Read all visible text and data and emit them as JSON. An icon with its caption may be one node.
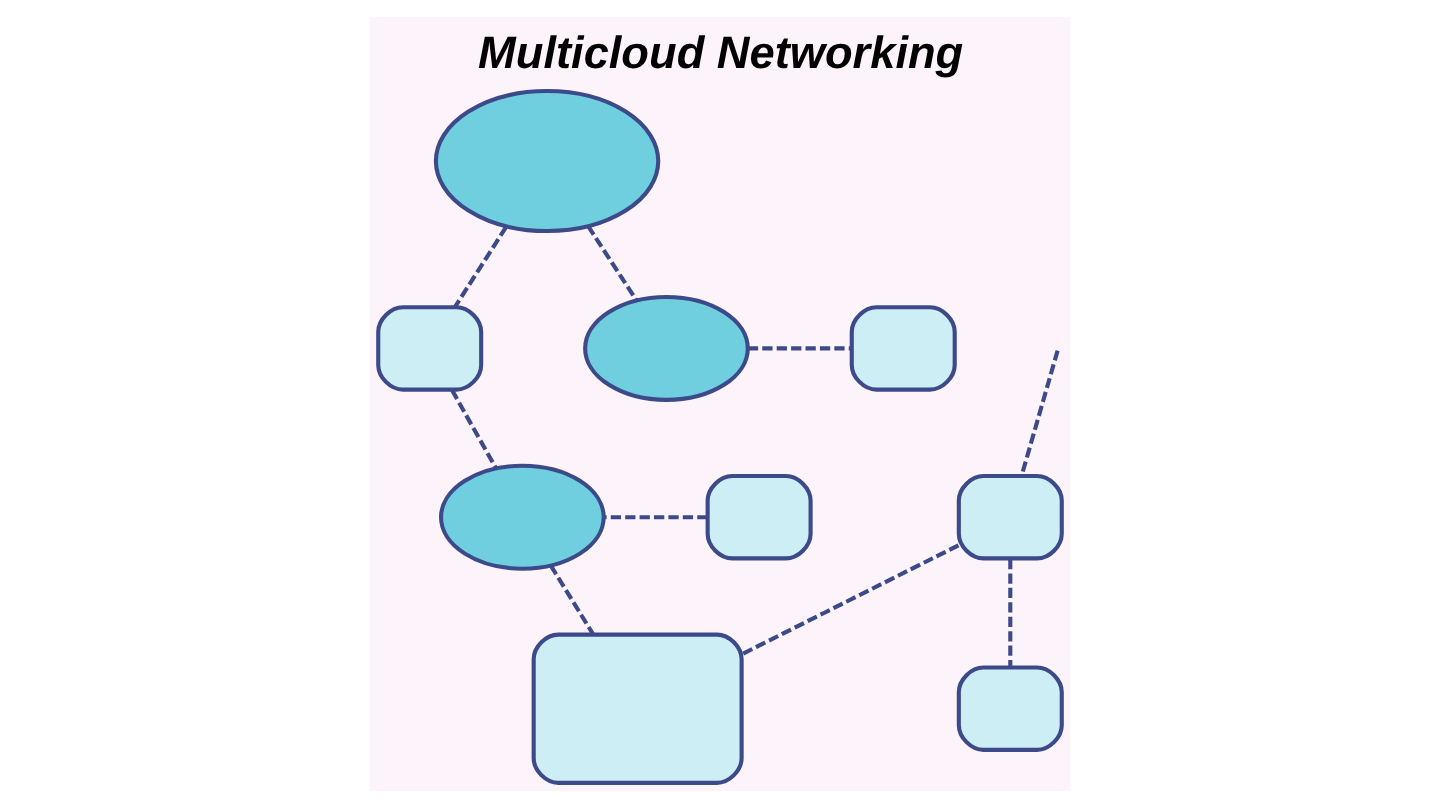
{
  "diagram": {
    "title": "Multicloud Networking",
    "nodes": [
      {
        "text": [],
        "shape": "cloud"
      },
      {
        "text": [],
        "shape": "cloud"
      },
      {
        "text": [],
        "shape": "box"
      },
      {
        "text": [],
        "shape": "box"
      },
      {
        "text": [],
        "shape": "cloud"
      },
      {
        "text": [],
        "shape": "box"
      },
      {
        "text": [],
        "shape": "box"
      },
      {
        "text": [],
        "shape": "box"
      },
      {
        "text": [],
        "shape": "box"
      }
    ],
    "edges": [
      {
        "from": 0,
        "to": 1,
        "arrow": "none",
        "style": "dashed"
      },
      {
        "from": 0,
        "to": 3,
        "arrow": "none",
        "style": "dashed"
      },
      {
        "from": 1,
        "to": 2,
        "arrow": "none",
        "style": "dashed"
      },
      {
        "from": 3,
        "to": 4,
        "arrow": "none",
        "style": "dashed"
      },
      {
        "from": null,
        "to": 5,
        "arrow": "none",
        "style": "dashed"
      },
      {
        "from": 6,
        "to": 4,
        "arrow": "none",
        "style": "dashed"
      },
      {
        "from": 5,
        "to": 7,
        "arrow": "none",
        "style": "dashed"
      },
      {
        "from": 5,
        "to": 8,
        "arrow": "none",
        "style": "dashed"
      },
      {
        "from": 4,
        "to": 8,
        "arrow": "none",
        "style": "dashed"
      }
    ]
  }
}
